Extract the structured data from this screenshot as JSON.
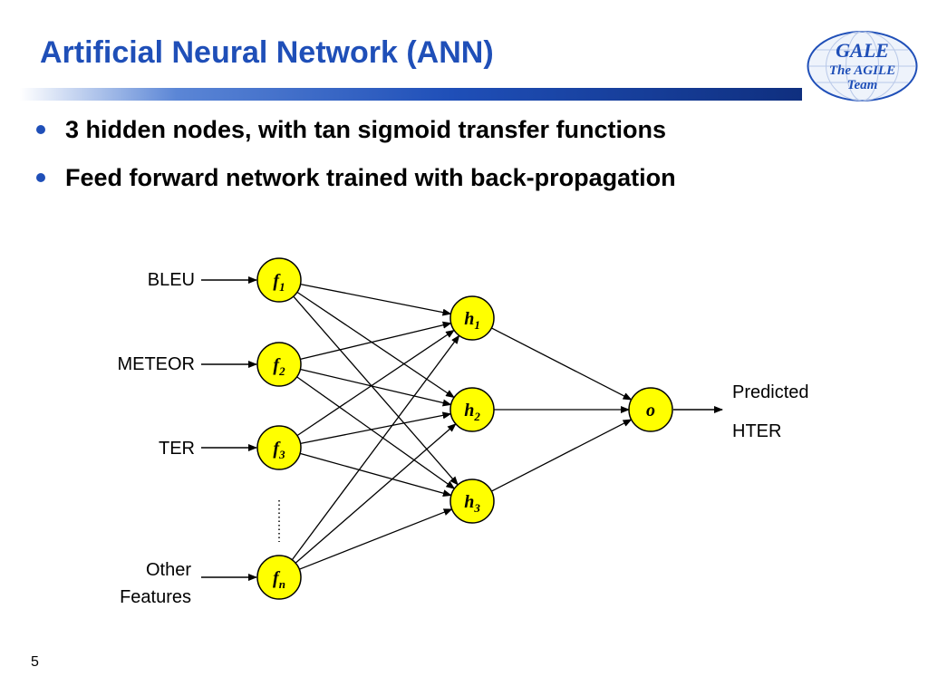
{
  "slide": {
    "title": "Artificial Neural Network (ANN)",
    "number": "5",
    "logo": {
      "line1": "GALE",
      "line2": "The AGILE",
      "line3": "Team"
    },
    "bullets": [
      "3 hidden nodes, with tan sigmoid transfer functions",
      "Feed forward network trained with back-propagation"
    ]
  },
  "diagram": {
    "input_labels": [
      "BLEU",
      "METEOR",
      "TER",
      "Other",
      "Features"
    ],
    "input_nodes": [
      {
        "base": "f",
        "sub": "1"
      },
      {
        "base": "f",
        "sub": "2"
      },
      {
        "base": "f",
        "sub": "3"
      },
      {
        "base": "f",
        "sub": "n"
      }
    ],
    "hidden_nodes": [
      {
        "base": "h",
        "sub": "1"
      },
      {
        "base": "h",
        "sub": "2"
      },
      {
        "base": "h",
        "sub": "3"
      }
    ],
    "output_node": "o",
    "output_label": [
      "Predicted",
      "HTER"
    ],
    "colors": {
      "node_fill": "#ffff00",
      "node_stroke": "#000000",
      "title": "#1f4fb8"
    }
  }
}
